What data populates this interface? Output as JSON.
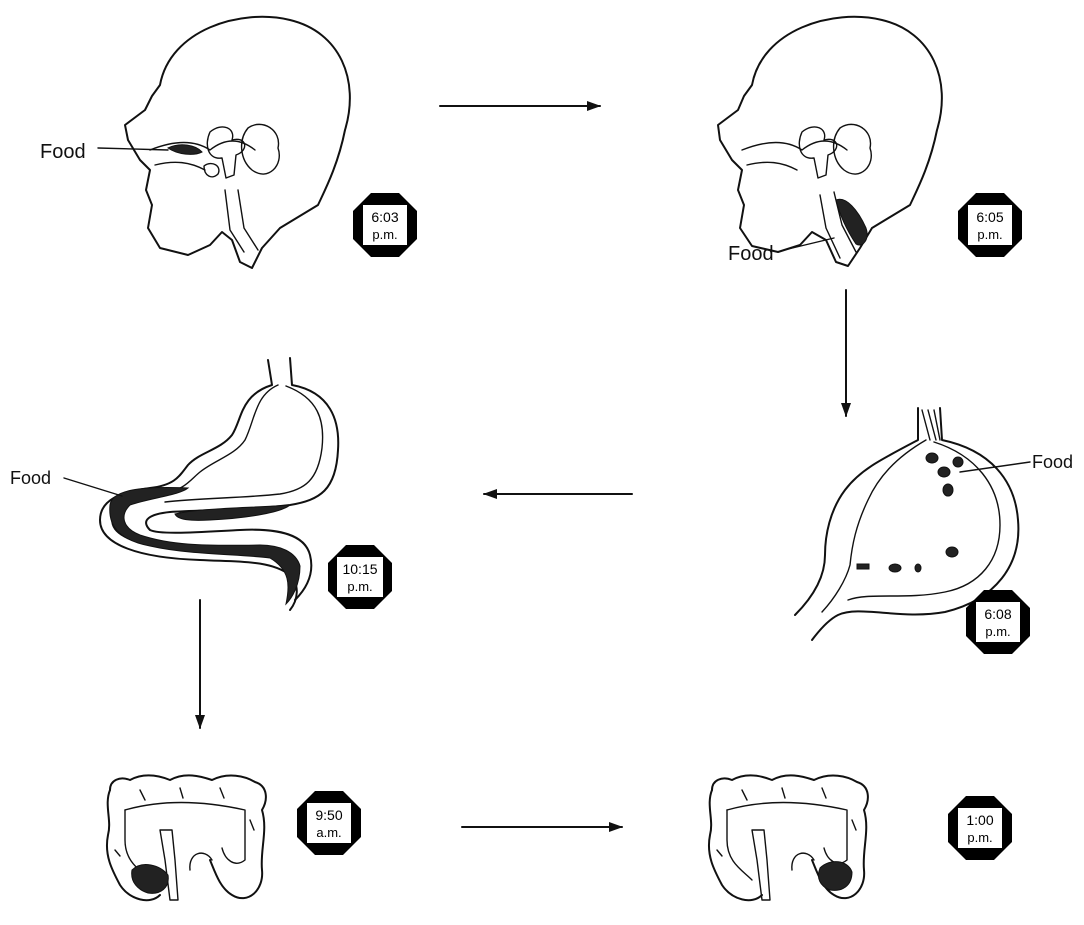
{
  "colors": {
    "ink": "#111111",
    "badge": "#000000",
    "badge_face": "#ffffff"
  },
  "stages": [
    {
      "id": "mouth",
      "food_label": "Food",
      "time": "6:03",
      "meridiem": "p.m."
    },
    {
      "id": "swallow",
      "food_label": "Food",
      "time": "6:05",
      "meridiem": "p.m."
    },
    {
      "id": "stomach",
      "food_label": "Food",
      "time": "6:08",
      "meridiem": "p.m."
    },
    {
      "id": "small-intestine",
      "food_label": "Food",
      "time": "10:15",
      "meridiem": "p.m."
    },
    {
      "id": "large-intestine-start",
      "time": "9:50",
      "meridiem": "a.m."
    },
    {
      "id": "large-intestine-end",
      "time": "1:00",
      "meridiem": "p.m."
    }
  ],
  "icons": {
    "arrow": "arrow-icon",
    "clock_badge": "octagon-clock-icon"
  }
}
